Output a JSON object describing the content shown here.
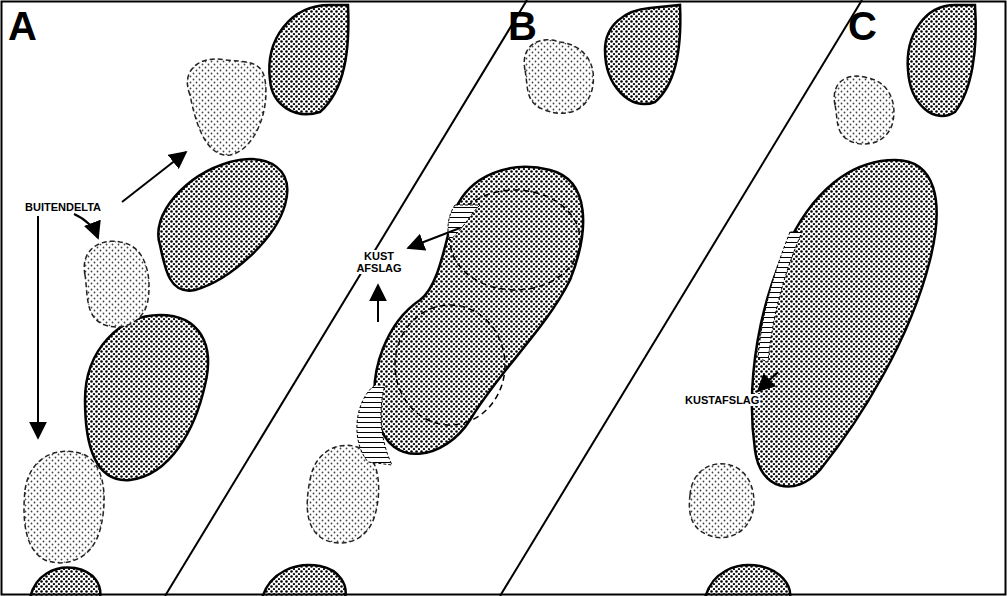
{
  "diagram": {
    "labels": [
      "A",
      "B",
      "C",
      "BUITENDELTA",
      "KUST AFSLAG",
      "KUSTAFSLAG"
    ]
  }
}
